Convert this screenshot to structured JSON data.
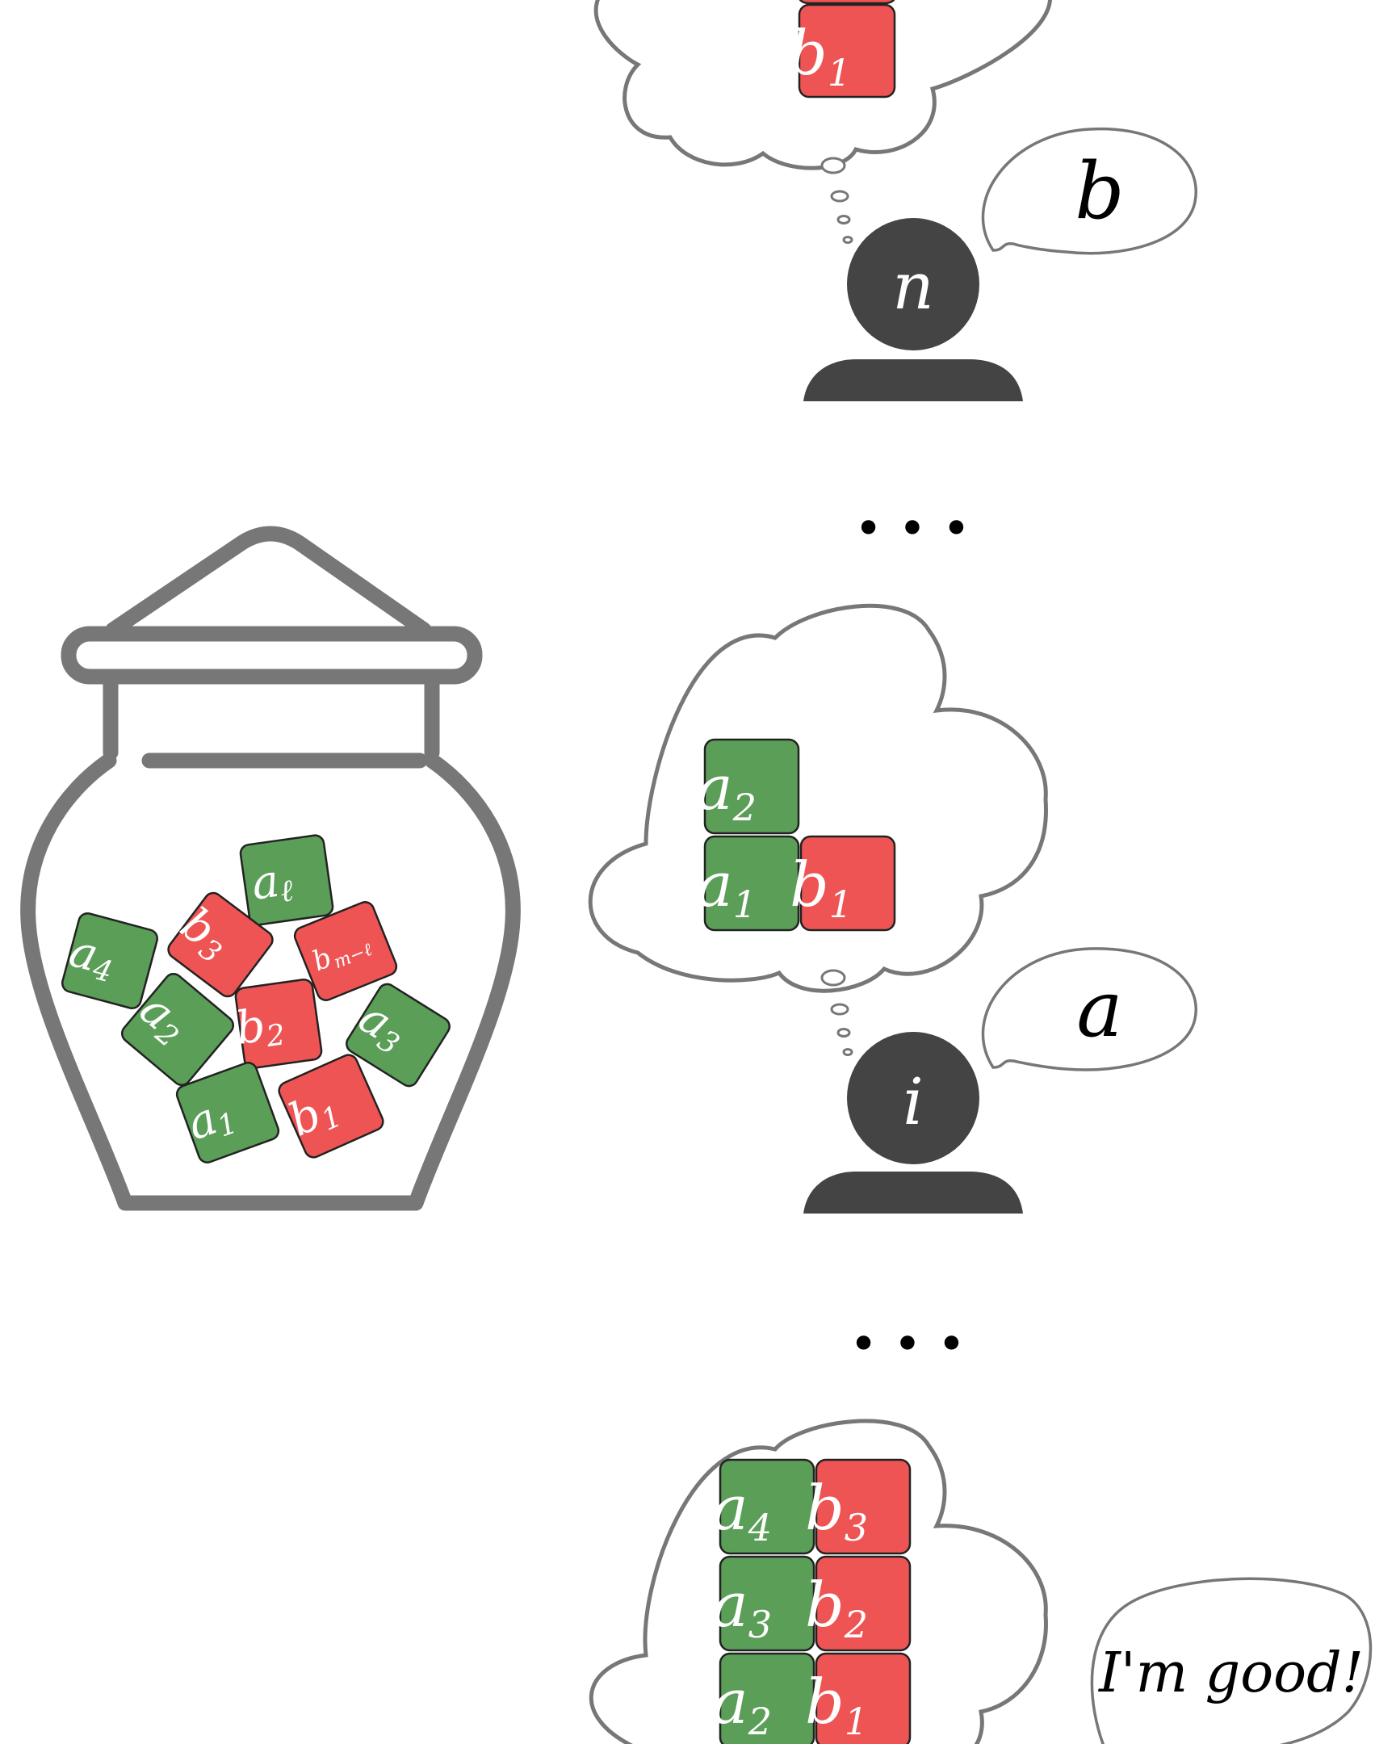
{
  "colors": {
    "outline": "#777777",
    "person": "#444444",
    "green": "#5a9e58",
    "red": "#ef5454",
    "text_dark": "#000000",
    "text_light": "#ffffff"
  },
  "agents": [
    {
      "label": "n",
      "says": "b"
    },
    {
      "label": "i",
      "says": "a"
    },
    {
      "says": "I'm good!"
    }
  ],
  "ellipsis": [
    "• • •",
    "• • •"
  ],
  "thoughts": [
    {
      "blocks": [
        {
          "main": "b",
          "sub": "1",
          "color": "red"
        }
      ]
    },
    {
      "blocks": [
        {
          "main": "a",
          "sub": "2",
          "color": "green"
        },
        {
          "main": "a",
          "sub": "1",
          "color": "green"
        },
        {
          "main": "b",
          "sub": "1",
          "color": "red"
        }
      ]
    },
    {
      "blocks": [
        {
          "main": "a",
          "sub": "4",
          "color": "green"
        },
        {
          "main": "b",
          "sub": "3",
          "color": "red"
        },
        {
          "main": "a",
          "sub": "3",
          "color": "green"
        },
        {
          "main": "b",
          "sub": "2",
          "color": "red"
        },
        {
          "main": "a",
          "sub": "2",
          "color": "green"
        },
        {
          "main": "b",
          "sub": "1",
          "color": "red"
        }
      ]
    }
  ],
  "jar_blocks": [
    {
      "main": "a",
      "sub": "ℓ",
      "color": "green"
    },
    {
      "main": "a",
      "sub": "4",
      "color": "green"
    },
    {
      "main": "b",
      "sub": "3",
      "color": "red"
    },
    {
      "main": "b",
      "sub": "m−ℓ",
      "color": "red"
    },
    {
      "main": "a",
      "sub": "2",
      "color": "green"
    },
    {
      "main": "b",
      "sub": "2",
      "color": "red"
    },
    {
      "main": "a",
      "sub": "3",
      "color": "green"
    },
    {
      "main": "a",
      "sub": "1",
      "color": "green"
    },
    {
      "main": "b",
      "sub": "1",
      "color": "red"
    }
  ]
}
